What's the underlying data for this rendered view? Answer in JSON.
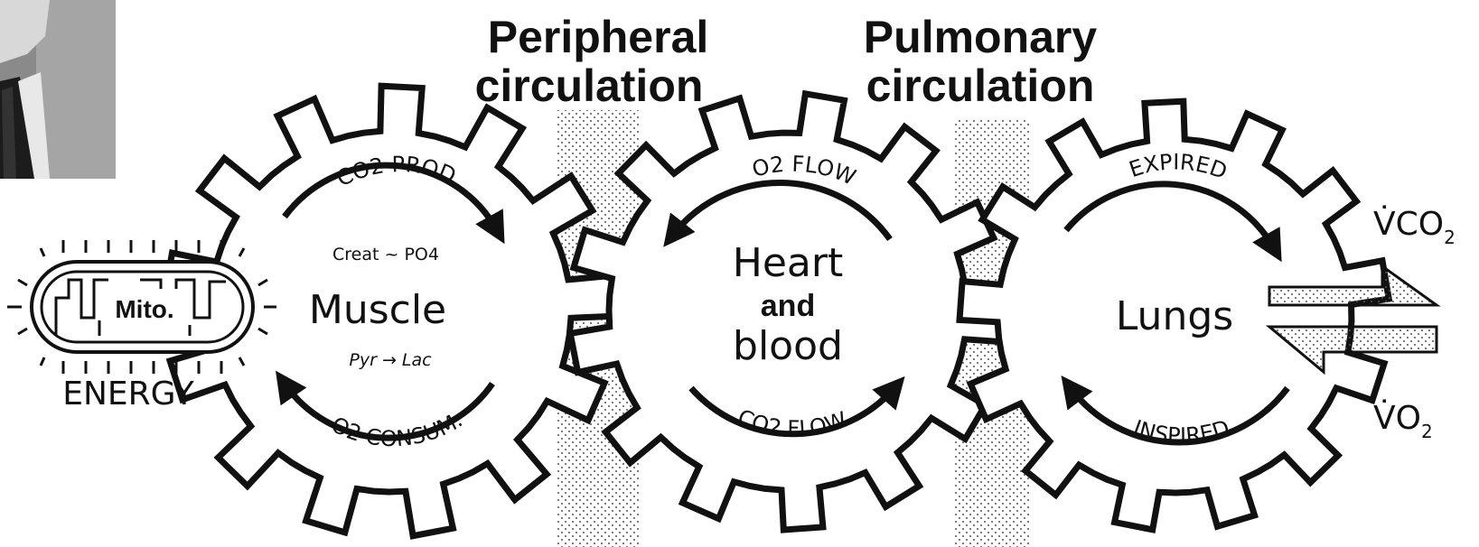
{
  "headers": {
    "peripheral_1": "Peripheral",
    "peripheral_2": "circulation",
    "pulmonary_1": "Pulmonary",
    "pulmonary_2": "circulation"
  },
  "mito": {
    "label": "Mito.",
    "caption": "ENERGY"
  },
  "muscle_gear": {
    "center": "Muscle",
    "top_arc": "CO2 PROD.",
    "top_sub": "Creat ~ PO4",
    "bottom_sub": "Pyr → Lac",
    "bottom_arc": "O2 CONSUM."
  },
  "heart_gear": {
    "line1": "Heart",
    "line2": "and",
    "line3": "blood",
    "top_arc": "O2 FLOW",
    "bottom_arc": "CO2 FLOW"
  },
  "lungs_gear": {
    "center": "Lungs",
    "top_arc": "EXPIRED",
    "bottom_arc": "INSPIRED"
  },
  "flows": {
    "vco2": "V̇CO",
    "vco2_sub": "2",
    "vo2": "V̇O",
    "vo2_sub": "2"
  },
  "colors": {
    "ink": "#111111",
    "paper": "#ffffff",
    "stipple": "#555555"
  }
}
